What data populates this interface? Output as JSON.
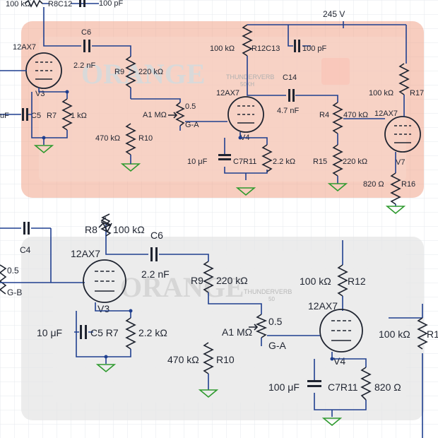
{
  "colors": {
    "wire": "#1f3f8f",
    "component": "#1f2430",
    "grid": "#e4e8ee",
    "amp_body": "#f0a48a"
  },
  "background": {
    "brand": "ORANGE",
    "brand_lower": "ORANGE",
    "badge_top": "THUNDERVERB",
    "badge_top_sub": "50KH",
    "badge_lower": "THUNDERVERB",
    "badge_lower_sub": "50"
  },
  "top": {
    "rail_r8": "100 kΩ",
    "r8c12": "R8C12",
    "c12_val": "100 pF",
    "supply": "245 V",
    "c6": "C6",
    "tube_left": "12AX7",
    "c6_val": "2.2 nF",
    "r9": "R9",
    "r9_val": "220 kΩ",
    "v3": "V3",
    "c5_left_val": "uF",
    "c5": "C5",
    "r7": "R7",
    "r7_val": "1 kΩ",
    "pot_val": "0.5",
    "pot": "A1 MΩ",
    "pot_ga": "G-A",
    "r10_val": "470 kΩ",
    "r10": "R10",
    "r12_val": "100 kΩ",
    "r12c13": "R12C13",
    "c13_val": "100 pF",
    "c14": "C14",
    "tube_mid": "12AX7",
    "c14_val": "4.7 nF",
    "v4": "V4",
    "c7_val": "10 μF",
    "c7r11": "C7R11",
    "r11_val": "2.2 kΩ",
    "r15": "R15",
    "r15_val": "220 kΩ",
    "r4": "R4",
    "r4_val": "470 kΩ",
    "tube_right": "12AX7",
    "r17_val": "100 kΩ",
    "r17": "R17",
    "v7": "V7",
    "r16_val": "820 Ω",
    "r16": "R16"
  },
  "bottom": {
    "c4": "C4",
    "pot_left_val": "0.5",
    "pot_left_gb": "G-B",
    "r8": "R8",
    "r8_val": "100 kΩ",
    "c6": "C6",
    "tube_left": "12AX7",
    "c6_val": "2.2 nF",
    "r9": "R9",
    "r9_val": "220 kΩ",
    "v3": "V3",
    "c5_val": "10 μF",
    "c5r7": "C5 R7",
    "r7_val": "2.2 kΩ",
    "pot_val": "0.5",
    "pot": "A1 MΩ",
    "pot_ga": "G-A",
    "r10_val": "470 kΩ",
    "r10": "R10",
    "r12_val": "100 kΩ",
    "r12": "R12",
    "tube_right": "12AX7",
    "r1_val": "100 kΩ",
    "r1": "R1",
    "v4": "V4",
    "c7_val": "100 μF",
    "c7r11": "C7R11",
    "r11_val": "820 Ω"
  }
}
